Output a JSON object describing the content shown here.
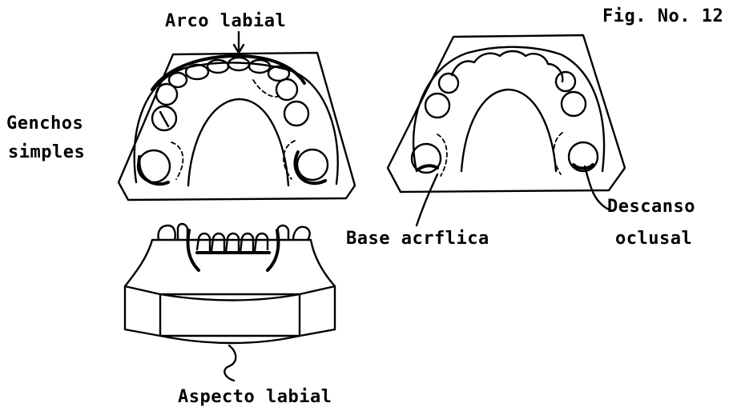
{
  "figure": {
    "fig_number": "Fig. No. 12",
    "labels": {
      "arco_labial": "Arco labial",
      "ganchos_line1": "Genchos",
      "ganchos_line2": "simples",
      "descanso_line1": "Descanso",
      "descanso_line2": "oclusal",
      "base_acrilica": "Base acrflica",
      "aspecto_labial": "Aspecto labial"
    }
  }
}
